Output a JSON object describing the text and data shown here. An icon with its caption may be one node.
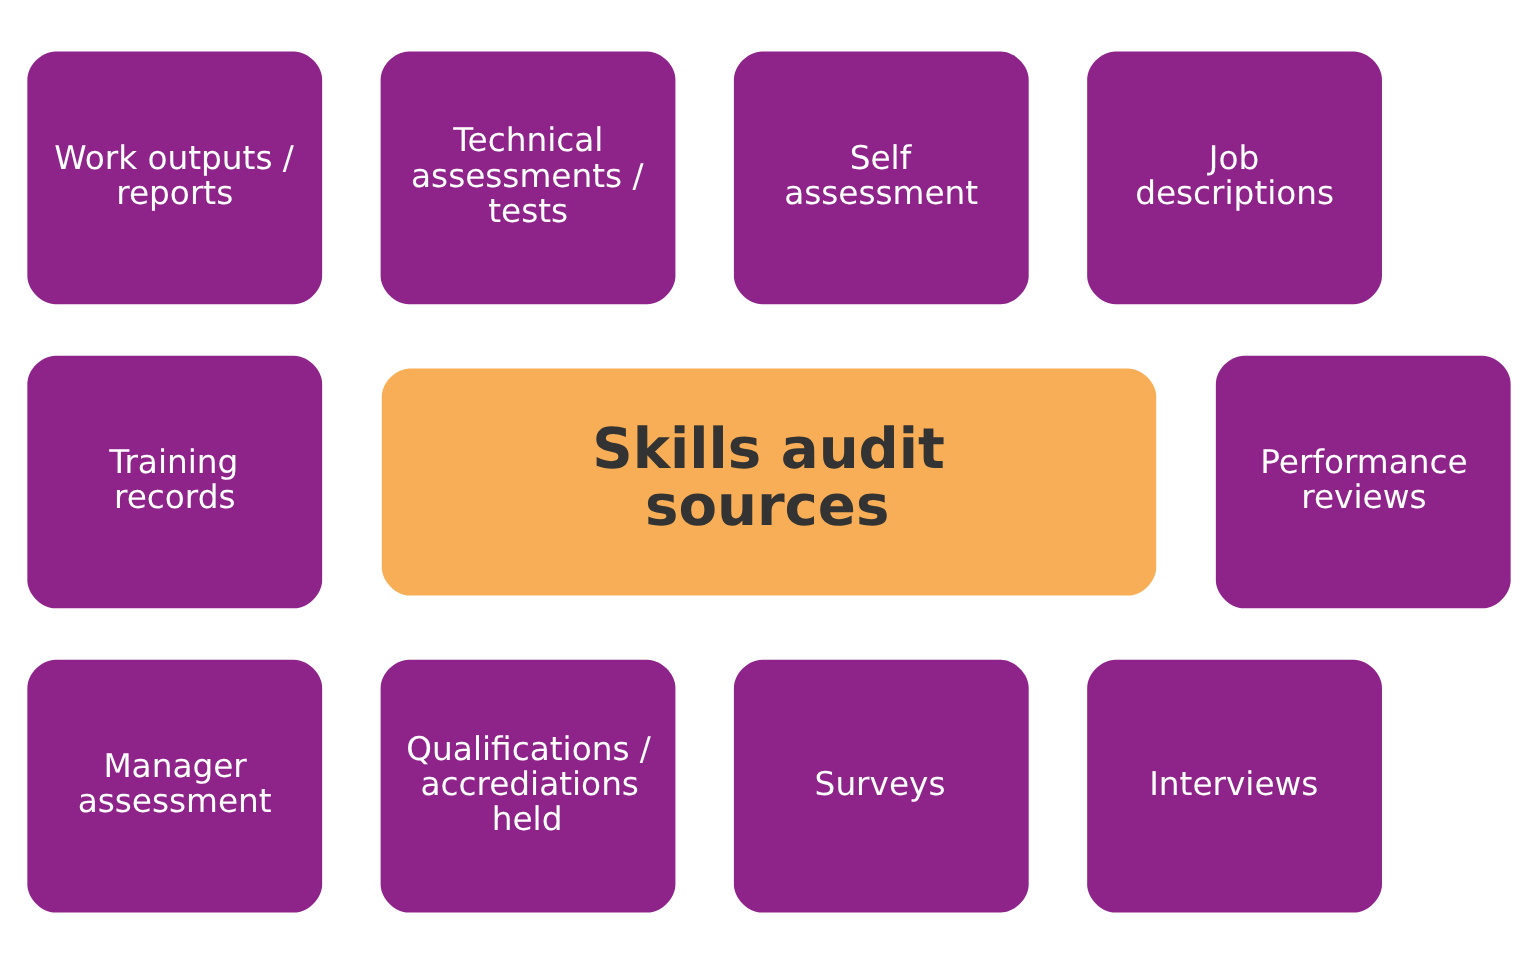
{
  "diagram": {
    "nodes": [
      {
        "text": [
          "Work outputs / reports"
        ]
      },
      {
        "text": [
          "Technical assessments / tests"
        ]
      },
      {
        "text": [
          "Self assessment"
        ]
      },
      {
        "text": [
          "Job descriptions"
        ]
      },
      {
        "text": [
          "Training records"
        ]
      },
      {
        "text": [
          "Skills audit sources"
        ]
      },
      {
        "text": [
          "Performance reviews"
        ]
      },
      {
        "text": [
          "Manager assessment"
        ]
      },
      {
        "text": [
          "Qualifications / accrediations held"
        ]
      },
      {
        "text": [
          "Surveys"
        ]
      },
      {
        "text": [
          "Interviews"
        ]
      }
    ],
    "edges": []
  }
}
